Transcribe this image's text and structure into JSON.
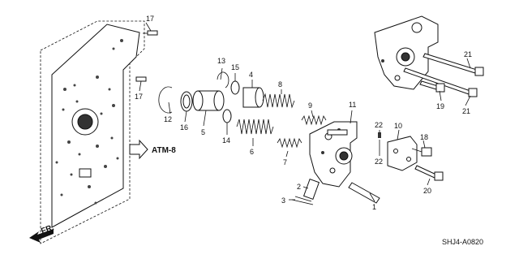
{
  "diagram": {
    "reference_label": "ATM-8",
    "front_label": "FR.",
    "code": "SHJ4-A0820",
    "callouts": {
      "c1": "1",
      "c2": "2",
      "c3": "3",
      "c4": "4",
      "c5": "5",
      "c6": "6",
      "c7": "7",
      "c8": "8",
      "c9": "9",
      "c10": "10",
      "c11": "11",
      "c12": "12",
      "c13": "13",
      "c14": "14",
      "c15": "15",
      "c16": "16",
      "c17a": "17",
      "c17b": "17",
      "c18": "18",
      "c19": "19",
      "c20": "20",
      "c21a": "21",
      "c21b": "21",
      "c22a": "22",
      "c22b": "22"
    }
  }
}
